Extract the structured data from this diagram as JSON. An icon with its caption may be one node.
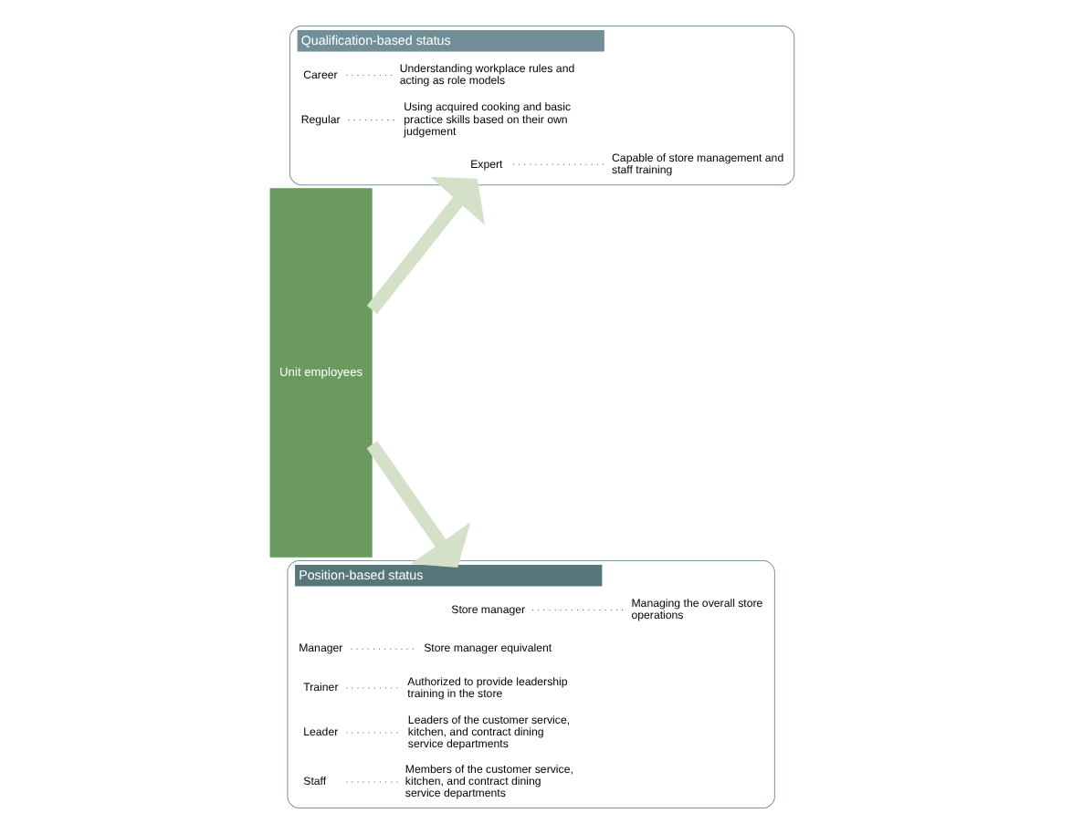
{
  "diagram": {
    "nodes": [
      {
        "text": [
          "Unit employees"
        ]
      },
      {
        "text": [
          "Qualification-based status"
        ]
      },
      {
        "text": [
          "Expert"
        ],
        "in": 1
      },
      {
        "text": [
          "Capable of store management and staff training"
        ],
        "in": 1
      },
      {
        "text": [
          "Career"
        ],
        "in": 1
      },
      {
        "text": [
          "Understanding workplace rules and acting as role models"
        ],
        "in": 1
      },
      {
        "text": [
          "Regular"
        ],
        "in": 1
      },
      {
        "text": [
          "Using acquired cooking and basic practice skills based on their own judgement"
        ],
        "in": 1
      },
      {
        "text": [
          "Position-based status"
        ]
      },
      {
        "text": [
          "Store manager"
        ],
        "in": 8
      },
      {
        "text": [
          "Managing the overall store operations"
        ],
        "in": 8
      },
      {
        "text": [
          "Manager"
        ],
        "in": 8
      },
      {
        "text": [
          "Store manager equivalent"
        ],
        "in": 8
      },
      {
        "text": [
          "Trainer"
        ],
        "in": 8
      },
      {
        "text": [
          "Authorized to provide leadership training in the store"
        ],
        "in": 8
      },
      {
        "text": [
          "Leader"
        ],
        "in": 8
      },
      {
        "text": [
          "Leaders of the customer service, kitchen, and contract dining service departments"
        ],
        "in": 8
      },
      {
        "text": [
          "Staff"
        ],
        "in": 8
      },
      {
        "text": [
          "Members of the customer service, kitchen, and contract dining service departments"
        ],
        "in": 8
      }
    ],
    "edges": [
      {
        "from": 0,
        "to": 1,
        "arrow": "to",
        "style": "thick",
        "color": "#d5e0c8"
      },
      {
        "from": 0,
        "to": 8,
        "arrow": "to",
        "style": "thick",
        "color": "#d5e0c8"
      },
      {
        "from": 2,
        "to": 3,
        "arrow": "none",
        "style": "dashed"
      },
      {
        "from": 4,
        "to": 5,
        "arrow": "none",
        "style": "dashed"
      },
      {
        "from": 6,
        "to": 7,
        "arrow": "none",
        "style": "dashed"
      },
      {
        "from": 9,
        "to": 10,
        "arrow": "none",
        "style": "dashed"
      },
      {
        "from": 11,
        "to": 12,
        "arrow": "none",
        "style": "dashed"
      },
      {
        "from": 13,
        "to": 14,
        "arrow": "none",
        "style": "dashed"
      },
      {
        "from": 15,
        "to": 16,
        "arrow": "none",
        "style": "dashed"
      },
      {
        "from": 17,
        "to": 18,
        "arrow": "none",
        "style": "dashed"
      }
    ]
  }
}
